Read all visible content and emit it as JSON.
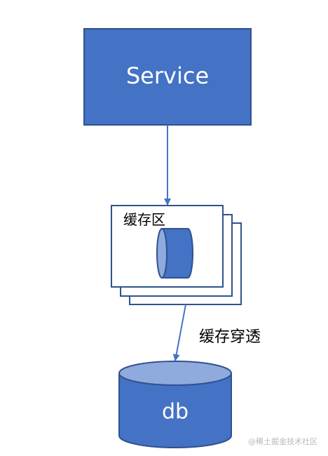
{
  "nodes": {
    "service": {
      "label": "Service"
    },
    "cache": {
      "label": "缓存区"
    },
    "db": {
      "label": "db"
    }
  },
  "edges": {
    "cache_to_db": {
      "label": "缓存穿透"
    }
  },
  "watermark": "@稀土掘金技术社区",
  "colors": {
    "fill": "#4472c4",
    "stroke": "#2f528f",
    "light": "#8faadc"
  }
}
